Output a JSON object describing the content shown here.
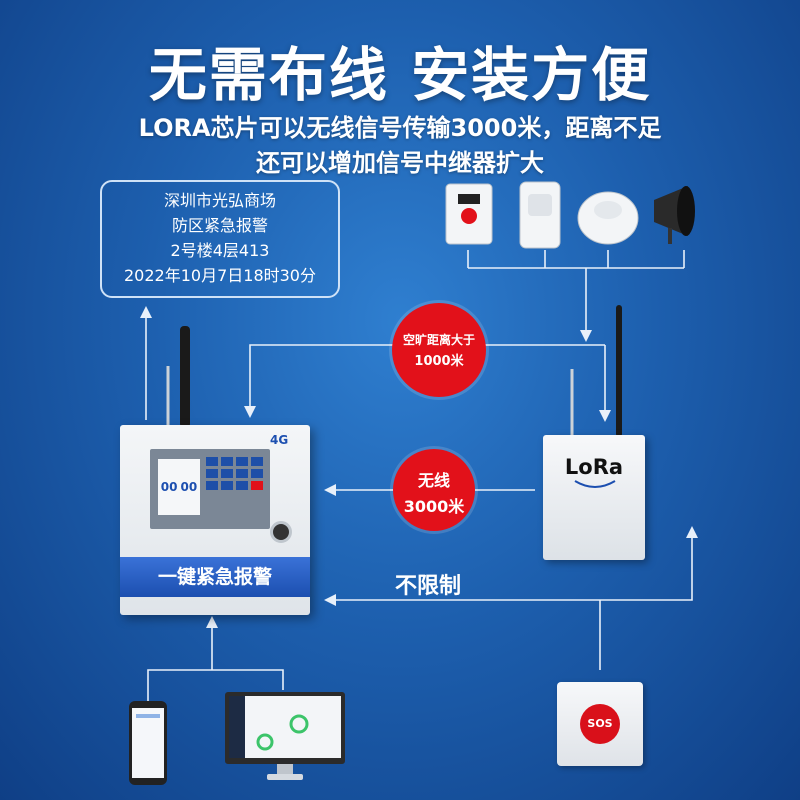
{
  "headline": "无需布线 安装方便",
  "subtitle_line1": "LORA芯片可以无线信号传输3000米，距离不足",
  "subtitle_line2": "还可以增加信号中继器扩大",
  "info_box": {
    "line1": "深圳市光弘商场",
    "line2": "防区紧急报警",
    "line3": "2号楼4层413",
    "line4": "2022年10月7日18时30分"
  },
  "badge_open_area": {
    "line1": "空旷距离大于",
    "line2": "1000米"
  },
  "badge_wireless": {
    "line1": "无线",
    "line2": "3000米"
  },
  "alarm_panel": {
    "banner": "一键紧急报警",
    "network_logo": "4G",
    "screen_digits": [
      "00",
      "00"
    ]
  },
  "lora_repeater": {
    "label": "LoRa"
  },
  "no_limit_label": "不限制",
  "sos_button": {
    "label": "SOS"
  },
  "colors": {
    "background": "#1d5fae",
    "badge_red": "#e2111a",
    "banner_blue": "#1c4fb0"
  }
}
